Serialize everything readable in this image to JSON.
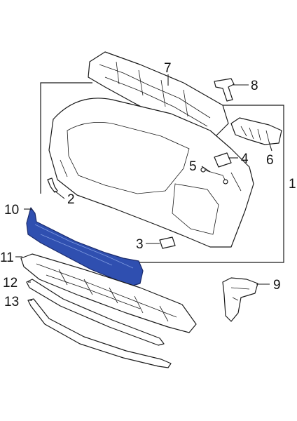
{
  "callouts": [
    {
      "id": "c1",
      "label": "1"
    },
    {
      "id": "c2",
      "label": "2"
    },
    {
      "id": "c3",
      "label": "3"
    },
    {
      "id": "c4",
      "label": "4"
    },
    {
      "id": "c5",
      "label": "5"
    },
    {
      "id": "c6",
      "label": "6"
    },
    {
      "id": "c7",
      "label": "7"
    },
    {
      "id": "c8",
      "label": "8"
    },
    {
      "id": "c9",
      "label": "9"
    },
    {
      "id": "c10",
      "label": "10"
    },
    {
      "id": "c11",
      "label": "11"
    },
    {
      "id": "c12",
      "label": "12"
    },
    {
      "id": "c13",
      "label": "13"
    }
  ],
  "colors": {
    "highlight_part": "#2f4fb0",
    "line": "#1a1a1a",
    "background": "#ffffff"
  },
  "highlighted_callout": "10"
}
